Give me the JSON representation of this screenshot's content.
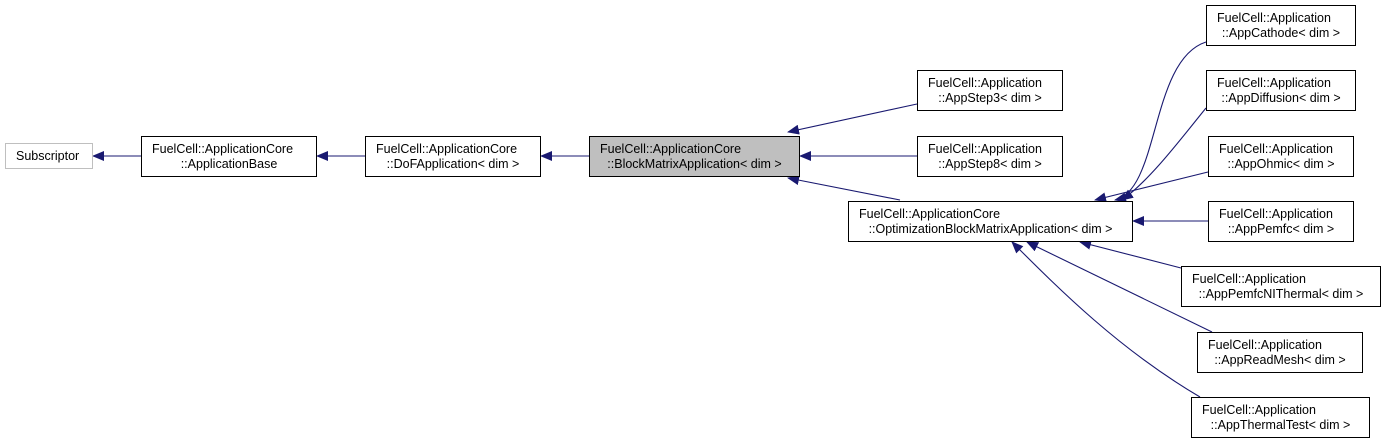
{
  "colors": {
    "edge": "#191970",
    "current_fill": "#bfbfbf",
    "border": "#000000",
    "muted_border": "#bfbfbf"
  },
  "nodes": [
    {
      "id": "subscriptor",
      "line1": "Subscriptor",
      "line2": ""
    },
    {
      "id": "application-base",
      "line1": "FuelCell::ApplicationCore",
      "line2": "::ApplicationBase"
    },
    {
      "id": "dof-application",
      "line1": "FuelCell::ApplicationCore",
      "line2": "::DoFApplication< dim >"
    },
    {
      "id": "block-matrix-application",
      "line1": "FuelCell::ApplicationCore",
      "line2": "::BlockMatrixApplication< dim >"
    },
    {
      "id": "app-step3",
      "line1": "FuelCell::Application",
      "line2": "::AppStep3< dim >"
    },
    {
      "id": "app-step8",
      "line1": "FuelCell::Application",
      "line2": "::AppStep8< dim >"
    },
    {
      "id": "optimization-block-matrix-application",
      "line1": "FuelCell::ApplicationCore",
      "line2": "::OptimizationBlockMatrixApplication< dim >"
    },
    {
      "id": "app-cathode",
      "line1": "FuelCell::Application",
      "line2": "::AppCathode< dim >"
    },
    {
      "id": "app-diffusion",
      "line1": "FuelCell::Application",
      "line2": "::AppDiffusion< dim >"
    },
    {
      "id": "app-ohmic",
      "line1": "FuelCell::Application",
      "line2": "::AppOhmic< dim >"
    },
    {
      "id": "app-pemfc",
      "line1": "FuelCell::Application",
      "line2": "::AppPemfc< dim >"
    },
    {
      "id": "app-pemfc-ni-thermal",
      "line1": "FuelCell::Application",
      "line2": "::AppPemfcNIThermal< dim >"
    },
    {
      "id": "app-read-mesh",
      "line1": "FuelCell::Application",
      "line2": "::AppReadMesh< dim >"
    },
    {
      "id": "app-thermal-test",
      "line1": "FuelCell::Application",
      "line2": "::AppThermalTest< dim >"
    }
  ],
  "edges": [
    {
      "from": "application-base",
      "to": "subscriptor"
    },
    {
      "from": "dof-application",
      "to": "application-base"
    },
    {
      "from": "block-matrix-application",
      "to": "dof-application"
    },
    {
      "from": "app-step3",
      "to": "block-matrix-application"
    },
    {
      "from": "app-step8",
      "to": "block-matrix-application"
    },
    {
      "from": "optimization-block-matrix-application",
      "to": "block-matrix-application"
    },
    {
      "from": "app-cathode",
      "to": "optimization-block-matrix-application"
    },
    {
      "from": "app-diffusion",
      "to": "optimization-block-matrix-application"
    },
    {
      "from": "app-ohmic",
      "to": "optimization-block-matrix-application"
    },
    {
      "from": "app-pemfc",
      "to": "optimization-block-matrix-application"
    },
    {
      "from": "app-pemfc-ni-thermal",
      "to": "optimization-block-matrix-application"
    },
    {
      "from": "app-read-mesh",
      "to": "optimization-block-matrix-application"
    },
    {
      "from": "app-thermal-test",
      "to": "optimization-block-matrix-application"
    }
  ]
}
